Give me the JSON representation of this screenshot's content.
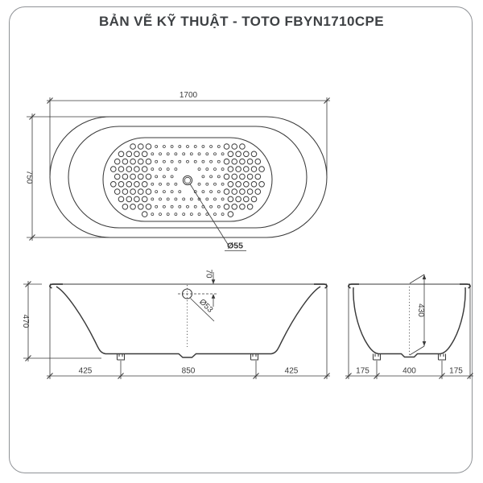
{
  "title": "BẢN VẼ KỸ THUẬT - TOTO FBYN1710CPE",
  "top_view": {
    "length": "1700",
    "width": "750",
    "drain_dia": "Ø55"
  },
  "front_view": {
    "height": "470",
    "overflow_offset": "70",
    "overflow_dia": "Ø53",
    "segments": [
      "425",
      "850",
      "425"
    ]
  },
  "side_view": {
    "inner_depth": "430",
    "segments": [
      "175",
      "400",
      "175"
    ]
  },
  "colors": {
    "line": "#3a3a3a",
    "border": "#8f9296",
    "title_text": "#3e4144",
    "background": "#ffffff"
  }
}
